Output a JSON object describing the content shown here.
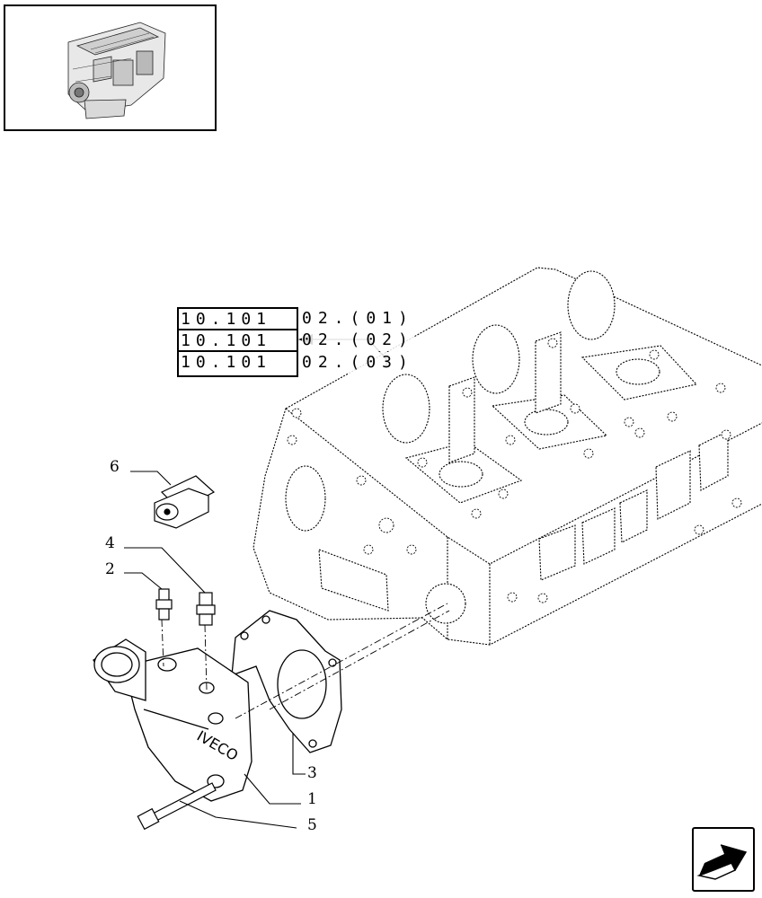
{
  "references": [
    {
      "code": "10.101",
      "suffix": "02.(01)"
    },
    {
      "code": "10.101",
      "suffix": "02.(02)"
    },
    {
      "code": "10.101",
      "suffix": "02.(03)"
    }
  ],
  "callouts": {
    "c1": "1",
    "c2": "2",
    "c3": "3",
    "c4": "4",
    "c5": "5",
    "c6": "6"
  },
  "housing_brand": "IVECO",
  "icons": {
    "thumbnail": "engine-thumbnail-icon",
    "navigation": "next-page-arrow-icon"
  }
}
